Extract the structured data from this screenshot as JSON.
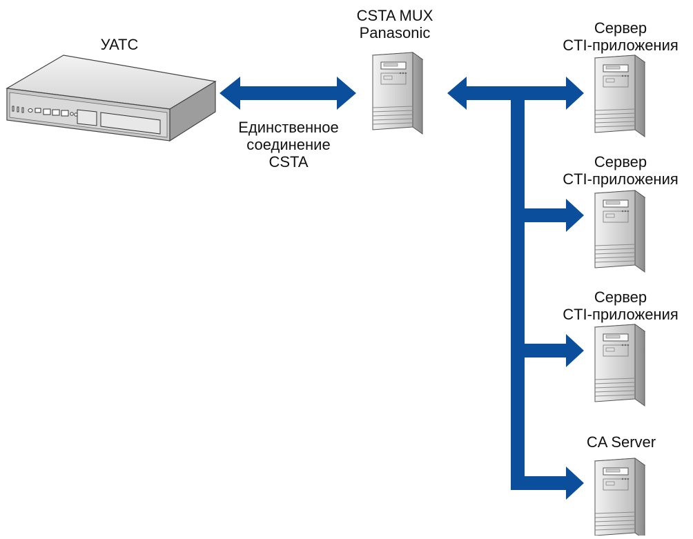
{
  "colors": {
    "connector": "#0b4f9c",
    "device_body": "#cfcfcf",
    "device_top": "#e6e6e6",
    "device_front": "#9a9a9a"
  },
  "pbx": {
    "label": "УАТС",
    "icon": "pbx-unit-icon"
  },
  "mux": {
    "label_line1": "CSTA MUX",
    "label_line2": "Panasonic",
    "icon": "server-tower-icon"
  },
  "link": {
    "line1": "Единственное",
    "line2": "соединение",
    "line3": "CSTA"
  },
  "servers": [
    {
      "line1": "Сервер",
      "line2": "CTI-приложения",
      "icon": "server-tower-icon"
    },
    {
      "line1": "Сервер",
      "line2": "CTI-приложения",
      "icon": "server-tower-icon"
    },
    {
      "line1": "Сервер",
      "line2": "CTI-приложения",
      "icon": "server-tower-icon"
    },
    {
      "line1": "CA Server",
      "line2": "",
      "icon": "server-tower-icon"
    }
  ]
}
